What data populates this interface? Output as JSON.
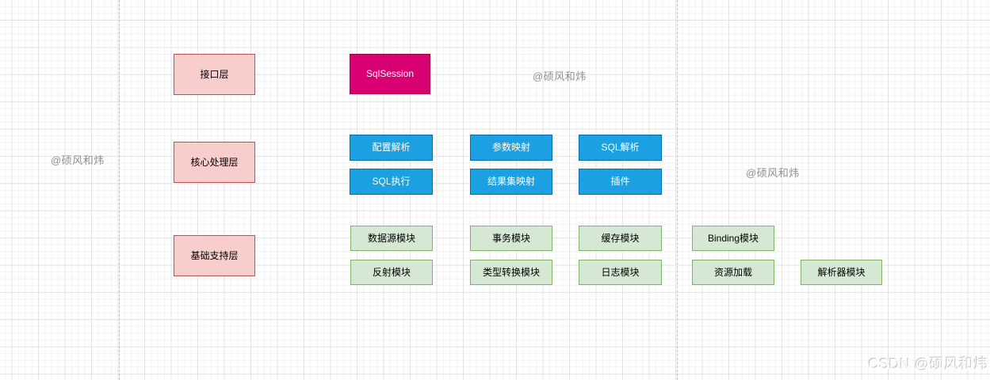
{
  "layers": {
    "interface": "接口层",
    "core": "核心处理层",
    "support": "基础支持层"
  },
  "session_label": "SqlSession",
  "core_modules": [
    "配置解析",
    "参数映射",
    "SQL解析",
    "SQL执行",
    "结果集映射",
    "插件"
  ],
  "support_modules": [
    "数据源模块",
    "事务模块",
    "缓存模块",
    "Binding模块",
    "反射模块",
    "类型转换模块",
    "日志模块",
    "资源加载",
    "解析器模块"
  ],
  "watermarks": {
    "top": "@硕风和炜",
    "left": "@硕风和炜",
    "right": "@硕风和炜",
    "csdn": "CSDN @硕风和炜"
  },
  "colors": {
    "layer-fill": "#f8cecc",
    "layer-border": "#b85450",
    "session-fill": "#d80073",
    "session-border": "#a50040",
    "module-fill": "#1ba1e2",
    "module-border": "#006eaf",
    "support-fill": "#d5e8d4",
    "support-border": "#82b366",
    "watermark-gray": "#8e8e8e"
  }
}
